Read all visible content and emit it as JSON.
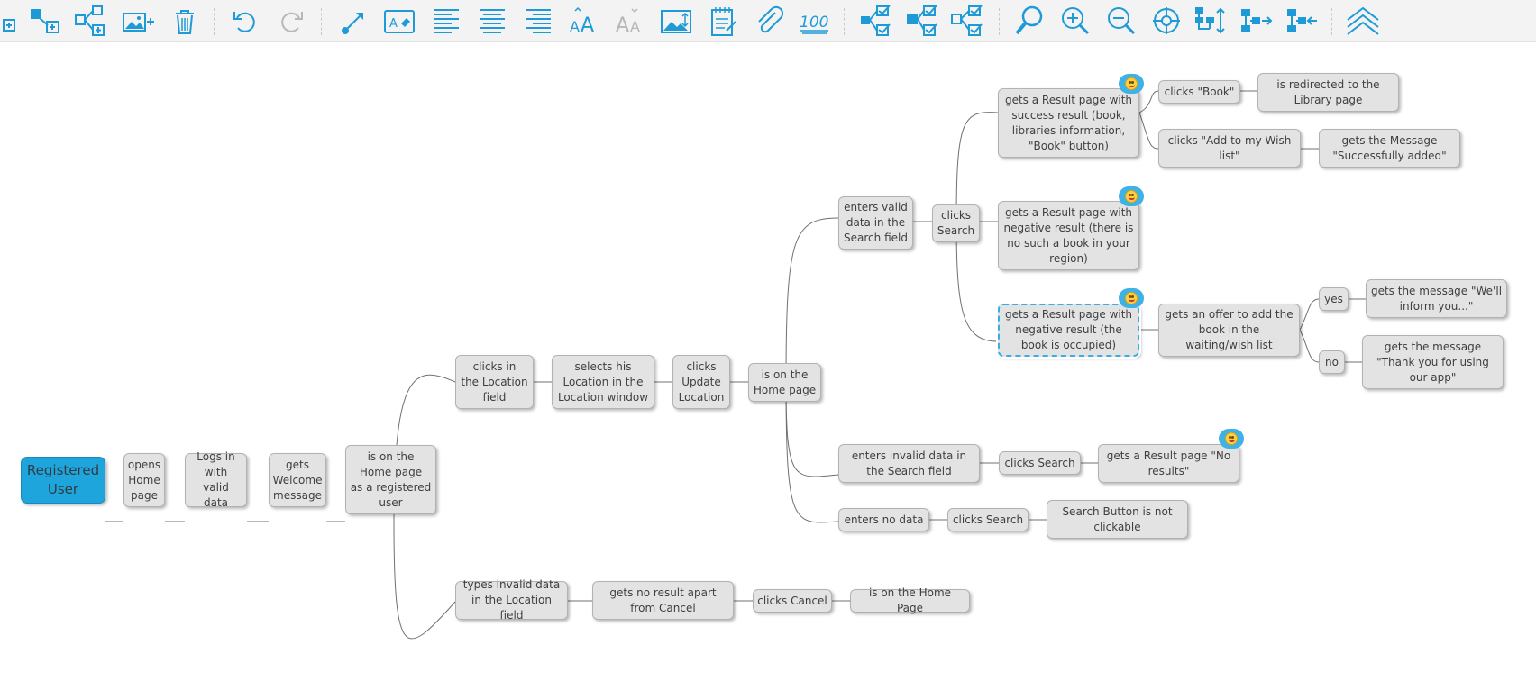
{
  "colors": {
    "icon_blue": "#1e9bd7",
    "root_fill": "#1ea5dc",
    "node_fill": "#e3e3e3",
    "selection": "#35b0e3"
  },
  "toolbar": {
    "buttons": [
      {
        "name": "add-topic-icon"
      },
      {
        "name": "add-subtopic-icon"
      },
      {
        "name": "add-child-topic-icon"
      },
      {
        "name": "insert-image-icon"
      },
      {
        "name": "delete-icon"
      },
      {
        "name": "undo-icon"
      },
      {
        "name": "redo-icon"
      },
      {
        "name": "connector-arrow-icon"
      },
      {
        "name": "text-style-icon"
      },
      {
        "name": "align-left-icon"
      },
      {
        "name": "align-center-icon"
      },
      {
        "name": "align-right-icon"
      },
      {
        "name": "increase-font-icon"
      },
      {
        "name": "decrease-font-icon"
      },
      {
        "name": "image-size-icon"
      },
      {
        "name": "note-icon"
      },
      {
        "name": "attachment-icon"
      },
      {
        "name": "score-100-icon"
      },
      {
        "name": "checklist-icon"
      },
      {
        "name": "checklist-branch-icon"
      },
      {
        "name": "checklist-tree-icon"
      },
      {
        "name": "search-icon"
      },
      {
        "name": "zoom-in-icon"
      },
      {
        "name": "zoom-out-icon"
      },
      {
        "name": "center-icon"
      },
      {
        "name": "layout-tree-icon"
      },
      {
        "name": "layout-right-icon"
      },
      {
        "name": "layout-left-icon"
      },
      {
        "name": "collapse-up-icon"
      }
    ]
  },
  "nodes": {
    "registered_user": "Registered\nUser",
    "opens_home_page": "opens\nHome\npage",
    "logs_in": "Logs in\nwith\nvalid data",
    "gets_welcome": "gets\nWelcome\nmessage",
    "is_on_home_registered": "is on the\nHome page\nas a registered\nuser",
    "clicks_location_field": "clicks in\nthe Location\nfield",
    "selects_location": "selects his\nLocation in the\nLocation window",
    "clicks_update_location": "clicks\nUpdate\nLocation",
    "is_on_home_page": "is on the\nHome page",
    "enters_valid_data": "enters valid\ndata in the\nSearch field",
    "clicks_search_1": "clicks\nSearch",
    "result_success": "gets a Result page with\nsuccess result (book,\nlibraries information,\n\"Book\" button)",
    "clicks_book": "clicks \"Book\"",
    "redirected_library": "is redirected to the\nLibrary page",
    "clicks_wish_list": "clicks \"Add to my Wish\nlist\"",
    "message_added": "gets the Message\n\"Successfully added\"",
    "result_no_book": "gets a Result page with\nnegative result (there is\nno such a book in your\nregion)",
    "result_occupied": "gets a Result page with\nnegative result (the\nbook is occupied)",
    "offer_waiting": "gets an offer to add the\nbook in the\nwaiting/wish list",
    "yes": "yes",
    "no": "no",
    "message_inform": "gets the message \"We'll\ninform you...\"",
    "message_thanks": "gets the message\n\"Thank you for using\nour app\"",
    "enters_invalid_data": "enters invalid data in\nthe Search field",
    "clicks_search_2": "clicks Search",
    "result_no_results": "gets a Result page \"No\nresults\"",
    "enters_no_data": "enters no data",
    "clicks_search_3": "clicks Search",
    "search_not_clickable": "Search Button is not\nclickable",
    "types_invalid_location": "types invalid data\nin the Location field",
    "no_result_cancel": "gets no result apart\nfrom Cancel",
    "clicks_cancel": "clicks Cancel",
    "is_on_home_page_2": "is on the Home Page"
  }
}
